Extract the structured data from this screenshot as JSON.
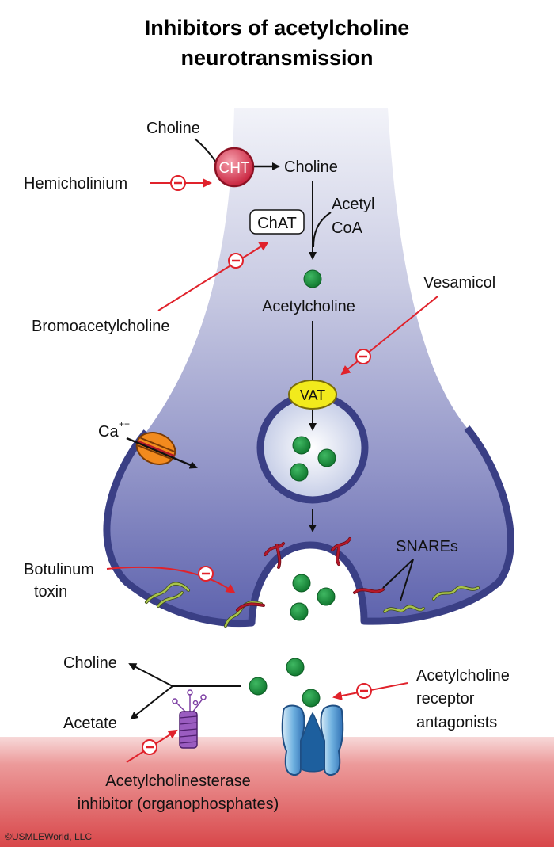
{
  "title": {
    "line1": "Inhibitors of acetylcholine",
    "line2": "neurotransmission"
  },
  "labels": {
    "choline_outside": "Choline",
    "cht": "CHT",
    "choline_inside": "Choline",
    "hemicholinium": "Hemicholinium",
    "chat": "ChAT",
    "acetyl": "Acetyl",
    "coa": "CoA",
    "bromoacetylcholine": "Bromoacetylcholine",
    "acetylcholine": "Acetylcholine",
    "vesamicol": "Vesamicol",
    "vat": "VAT",
    "ca": "Ca",
    "ca_charge": "++",
    "snares": "SNAREs",
    "botulinum_line1": "Botulinum",
    "botulinum_line2": "toxin",
    "choline_product": "Choline",
    "acetate_product": "Acetate",
    "receptor_line1": "Acetylcholine",
    "receptor_line2": "receptor",
    "receptor_line3": "antagonists",
    "ache_line1": "Acetylcholinesterase",
    "ache_line2": "inhibitor (organophosphates)",
    "inhibit_symbol": "−",
    "copyright": "©USMLEWorld, LLC"
  },
  "colors": {
    "neuron_fill_top": "#e6e8f4",
    "neuron_fill_bottom": "#5c62ad",
    "neuron_outline": "#3a3f85",
    "inhibitor_red": "#e0222b",
    "ach_green": "#1a8f3c",
    "cht_red": "#d8324b",
    "vat_yellow": "#f2ea1c",
    "postsynaptic_red": "#d94a4a",
    "receptor_blue": "#3b7fc4",
    "ache_purple": "#7d3fa3",
    "snare_green": "#a9c44a",
    "snare_red": "#b5182a",
    "ca_channel_orange": "#f28a1e"
  }
}
